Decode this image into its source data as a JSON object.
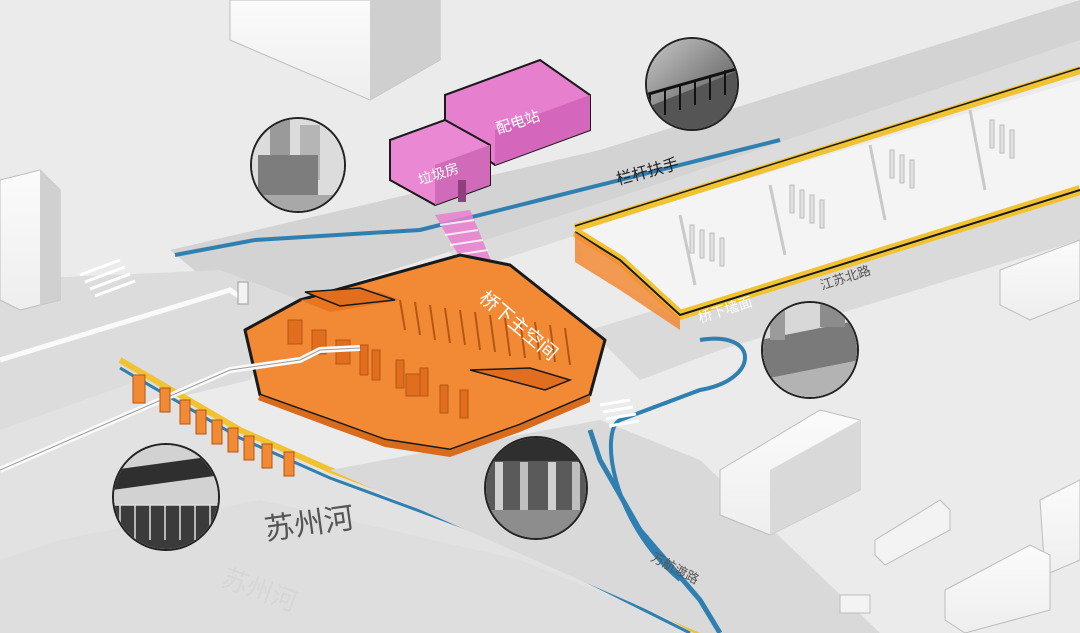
{
  "labels": {
    "power_station": "配电站",
    "garbage_room": "垃圾房",
    "railing": "栏杆扶手",
    "under_bridge_space": "桥下主空间",
    "under_bridge_wall": "桥下墙面",
    "jiangsu_north_road": "江苏北路",
    "suzhou_creek": "苏州河",
    "suzhou_creek_reflection": "苏州河",
    "wanhang_ferry_road": "万航渡路"
  },
  "photos": [
    {
      "id": "photo-railing",
      "subject": "railing"
    },
    {
      "id": "photo-power-station",
      "subject": "power-station"
    },
    {
      "id": "photo-bridge-wall",
      "subject": "bridge-wall"
    },
    {
      "id": "photo-under-bridge",
      "subject": "under-bridge-space"
    },
    {
      "id": "photo-riverside",
      "subject": "riverside"
    }
  ],
  "colors": {
    "background": "#e9e9e9",
    "road": "#d6d6d6",
    "orange": "#f28a35",
    "pink": "#e77fcf",
    "yellow": "#f1c232",
    "blue_edge": "#2f7fb0",
    "building": "#f6f6f6"
  }
}
